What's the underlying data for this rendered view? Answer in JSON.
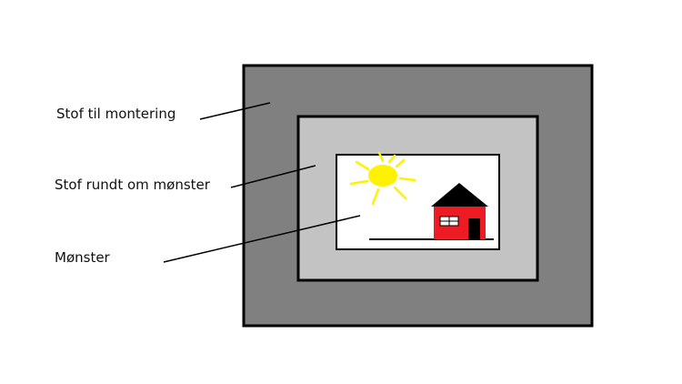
{
  "labels": {
    "mounting_fabric": "Stof til montering",
    "surround_fabric": "Stof rundt om mønster",
    "pattern": "Mønster"
  },
  "colors": {
    "outer_frame": "#808080",
    "inner_frame": "#c3c3c3",
    "pattern_bg": "#ffffff",
    "border": "#000000",
    "sun": "#fff200",
    "house_wall": "#ed1c24",
    "house_roof": "#000000"
  },
  "icons": {
    "sun": "sun-icon",
    "house": "house-icon"
  }
}
